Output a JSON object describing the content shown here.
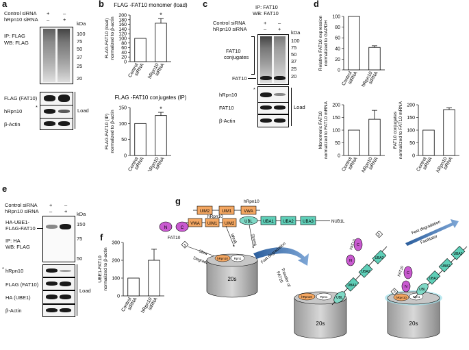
{
  "panels": {
    "a": "a",
    "b": "b",
    "c": "c",
    "d": "d",
    "e": "e",
    "f": "f",
    "g": "g"
  },
  "common": {
    "control_sirna": "Control siRNA",
    "hrpn10_sirna": "hRpn10 siRNA",
    "plus": "+",
    "minus": "–",
    "kda": "kDa",
    "load": "Load",
    "beta_actin": "β-Actin",
    "asterisk": "*",
    "cat_control": [
      "Control",
      "siRNA"
    ],
    "cat_hrpn10": [
      "hRpn10",
      "siRNA"
    ]
  },
  "panel_a": {
    "ip": "IP: FLAG",
    "wb": "WB: FLAG",
    "markers": [
      "100",
      "75",
      "50",
      "37",
      "25",
      "20"
    ],
    "rows": [
      "FLAG (FAT10)",
      "hRpn10",
      "β-Actin"
    ]
  },
  "panel_c": {
    "ip": "IP: FAT10",
    "wb": "WB: FAT10",
    "conjugates": [
      "FAT10",
      "conjugates"
    ],
    "markers": [
      "100",
      "75",
      "50",
      "37",
      "25",
      "20"
    ],
    "fat10_arrow": "FAT10",
    "rows": [
      "hRpn10",
      "FAT10",
      "β-Actin"
    ]
  },
  "panel_e": {
    "ip": "IP: HA",
    "wb": "WB: FLAG",
    "band_label": [
      "HA-UBE1-",
      "FLAG-FAT10"
    ],
    "markers": [
      "150",
      "75",
      "50"
    ],
    "rows": [
      "hRpn10",
      "FLAG (FAT10)",
      "HA (UBE1)",
      "β-Actin"
    ]
  },
  "chart_data": [
    {
      "panel": "b-top",
      "type": "bar",
      "title": "FLAG -FAT10 monomer (load)",
      "ylabel": "FLAG-FAT10 (load) normalized to β-actin",
      "categories": [
        "Control siRNA",
        "hRpn10 siRNA"
      ],
      "values": [
        100,
        165
      ],
      "errors": [
        0,
        20
      ],
      "significance": [
        "",
        "*"
      ],
      "ylim": [
        0,
        200
      ],
      "yticks": [
        0,
        20,
        40,
        60,
        80,
        100,
        120,
        140,
        160,
        180,
        200
      ]
    },
    {
      "panel": "b-bottom",
      "type": "bar",
      "title": "FLAG -FAT10 conjugates (IP)",
      "ylabel": "FLAG-FAT10 (IP) normalized to β-actin",
      "categories": [
        "Control siRNA",
        "hRpn10 siRNA"
      ],
      "values": [
        100,
        125
      ],
      "errors": [
        0,
        10
      ],
      "significance": [
        "",
        "*"
      ],
      "ylim": [
        0,
        150
      ],
      "yticks": [
        0,
        50,
        100,
        150
      ]
    },
    {
      "panel": "d-top",
      "type": "bar",
      "ylabel": "Relative FAT10 expression normalized to GAPDH",
      "categories": [
        "Control siRNA",
        "hRpn10 siRNA"
      ],
      "values": [
        100,
        42
      ],
      "errors": [
        0,
        3
      ],
      "ylim": [
        0,
        100
      ],
      "yticks": [
        0,
        20,
        40,
        60,
        80,
        100
      ]
    },
    {
      "panel": "d-left",
      "type": "bar",
      "ylabel": "Monomeric FAT10 normalized to FAT10 mRNA",
      "categories": [
        "Control siRNA",
        "hRpn10 siRNA"
      ],
      "values": [
        100,
        143
      ],
      "errors": [
        0,
        35
      ],
      "ylim": [
        0,
        200
      ],
      "yticks": [
        0,
        50,
        100,
        150,
        200
      ]
    },
    {
      "panel": "d-right",
      "type": "bar",
      "ylabel": "FAT10 conjugates normalized to FAT10 mRNA",
      "categories": [
        "Control siRNA",
        "hRpn10 siRNA"
      ],
      "values": [
        100,
        181
      ],
      "errors": [
        0,
        7
      ],
      "ylim": [
        0,
        200
      ],
      "yticks": [
        0,
        50,
        100,
        150,
        200
      ]
    },
    {
      "panel": "f",
      "type": "bar",
      "ylabel": "UBE1-FAT10 normalized to β-actin",
      "categories": [
        "Control siRNA",
        "hRpn10 siRNA"
      ],
      "values": [
        100,
        200
      ],
      "errors": [
        0,
        62
      ],
      "ylim": [
        0,
        300
      ],
      "yticks": [
        0,
        100,
        200,
        300
      ]
    }
  ],
  "panel_g": {
    "hrpn10_title": "hRpn10",
    "hrpn10_title2": "hRpn10",
    "domains_top": [
      "UIM2",
      "UIM1",
      "VWA"
    ],
    "domains_nub1l": [
      "UBL",
      "UBA1",
      "UBA2",
      "UBA3"
    ],
    "nub1l": "NUB1L",
    "domains_left": [
      "VWA",
      "UIM1",
      "UIM2"
    ],
    "fat10_n": "N",
    "fat10_c": "C",
    "fat10": "FAT10",
    "weak": "Weak",
    "strong": "Strong",
    "slow": "Slow",
    "degradation": "Degradation",
    "fast_degradation": "Fast degradation",
    "transfer": [
      "Transfer of",
      "FAT10"
    ],
    "fast_degradation2": "Fast degradation",
    "facilitator": "Facilitator",
    "s20": "20s",
    "rpn1": "Rpn1",
    "hrpn10_small": "hRpn10",
    "s_mark": "S"
  }
}
